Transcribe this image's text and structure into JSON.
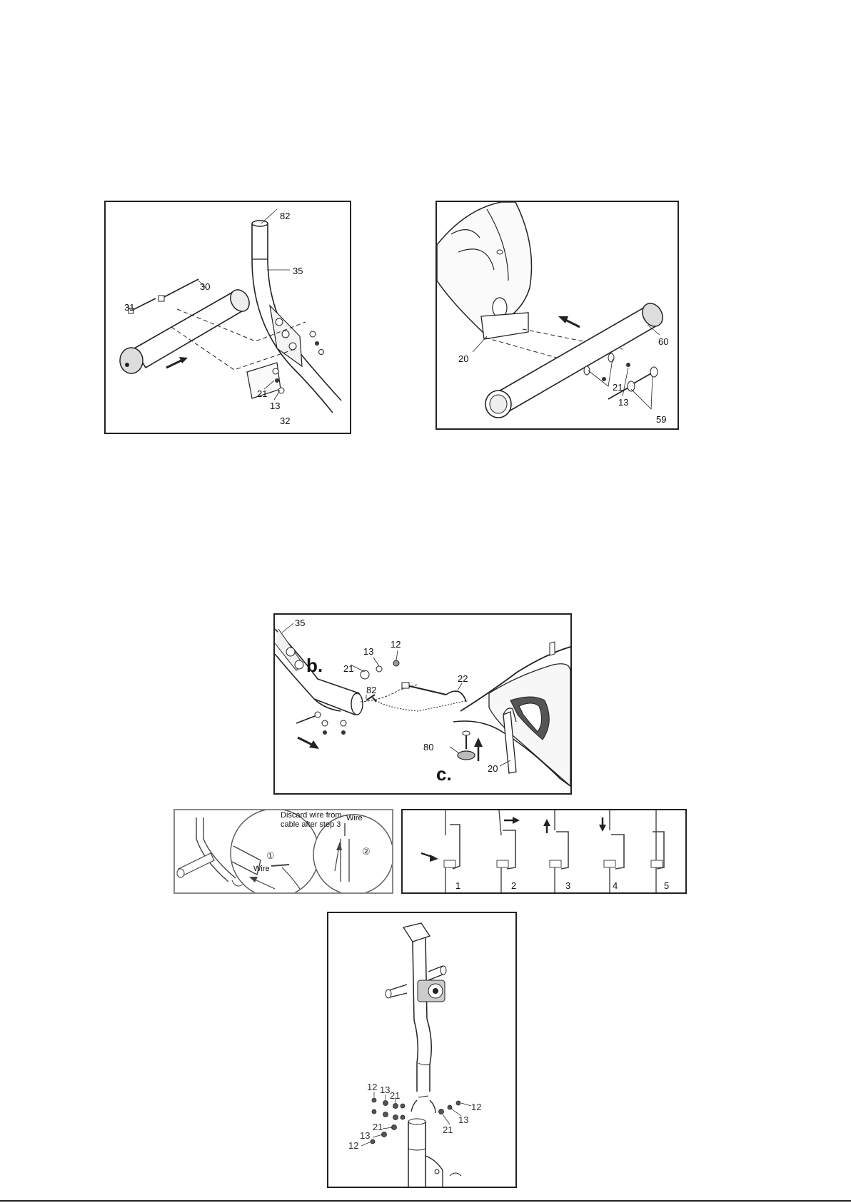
{
  "panel1": {
    "labels": {
      "p82": "82",
      "p35": "35",
      "p30": "30",
      "p31": "31",
      "p21": "21",
      "p13": "13",
      "p32": "32"
    }
  },
  "panel2": {
    "labels": {
      "p20": "20",
      "p60": "60",
      "p21": "21",
      "p13": "13",
      "p59": "59"
    }
  },
  "panel3": {
    "step_b": "b.",
    "step_c": "c.",
    "labels": {
      "p35": "35",
      "p12": "12",
      "p13": "13",
      "p21": "21",
      "p82": "82",
      "p22": "22",
      "p80": "80",
      "p20": "20"
    }
  },
  "panel4": {
    "note_line1": "Discard wire from",
    "note_line2": "cable after step 3",
    "wire_label_1": "Wire",
    "wire_label_2": "Wire"
  },
  "panel5": {
    "steps": [
      "1",
      "2",
      "3",
      "4",
      "5"
    ]
  },
  "panel6": {
    "left_labels": [
      "12",
      "13",
      "21",
      "21",
      "13",
      "12"
    ],
    "right_labels": [
      "21",
      "13",
      "12"
    ]
  },
  "colors": {
    "line": "#222222",
    "border": "#222222",
    "light_border": "#888888"
  }
}
